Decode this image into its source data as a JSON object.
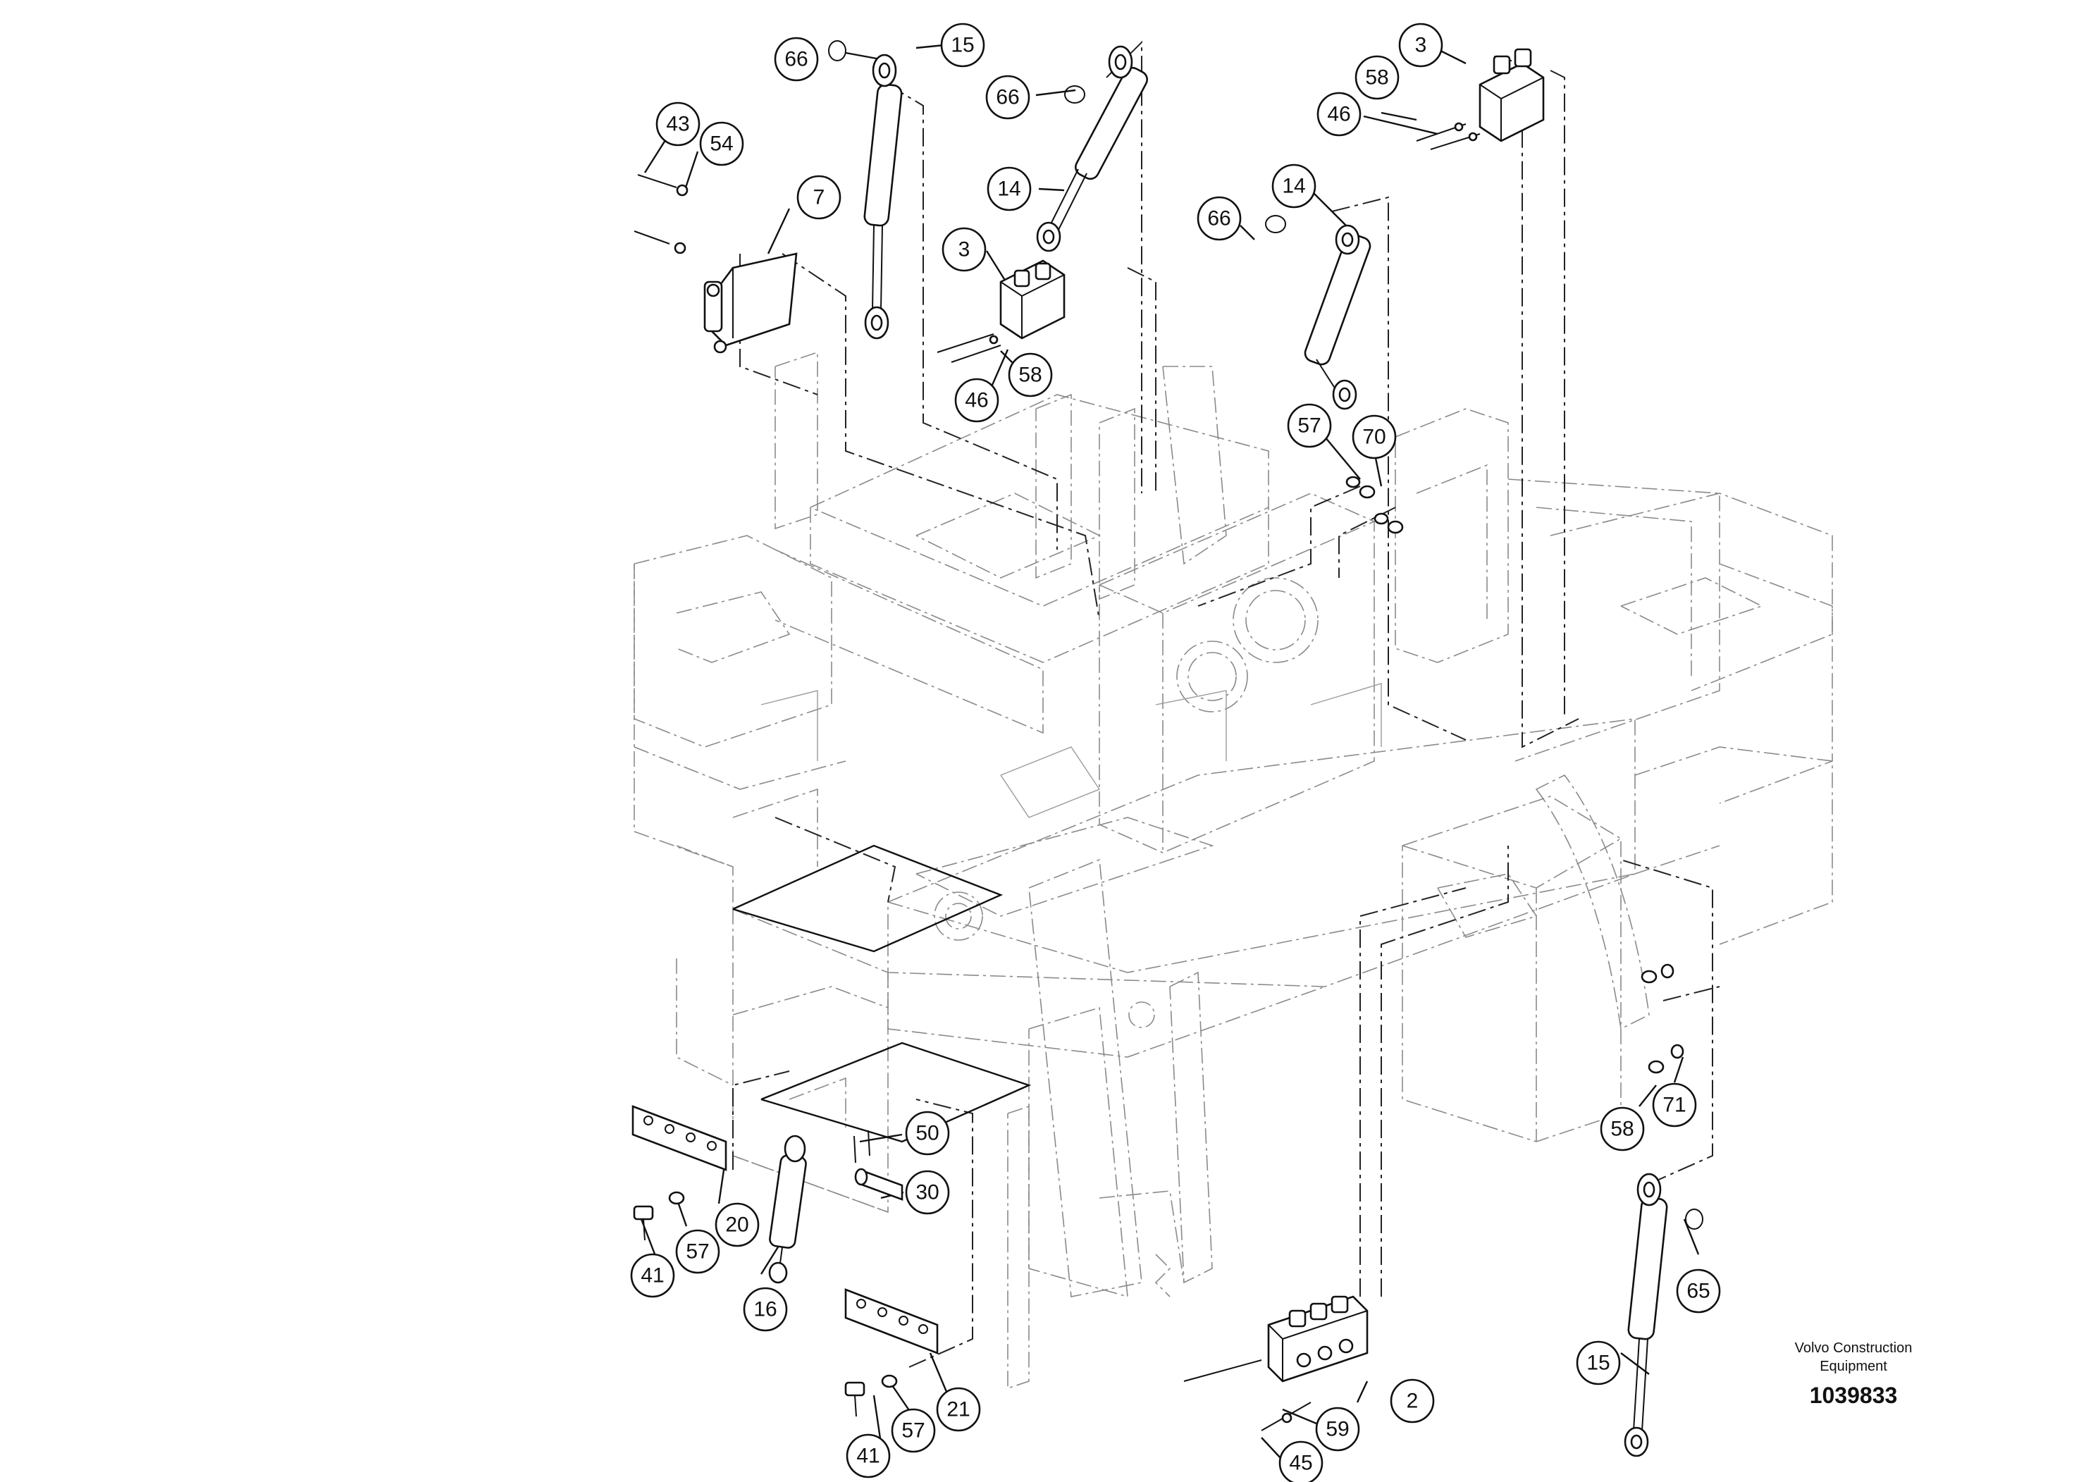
{
  "brand": {
    "line1": "Volvo Construction",
    "line2": "Equipment"
  },
  "document_number": "1039833",
  "callouts": [
    {
      "label": "66"
    },
    {
      "label": "15"
    },
    {
      "label": "66"
    },
    {
      "label": "14"
    },
    {
      "label": "43"
    },
    {
      "label": "54"
    },
    {
      "label": "7"
    },
    {
      "label": "3"
    },
    {
      "label": "58"
    },
    {
      "label": "46"
    },
    {
      "label": "3"
    },
    {
      "label": "58"
    },
    {
      "label": "46"
    },
    {
      "label": "14"
    },
    {
      "label": "66"
    },
    {
      "label": "57"
    },
    {
      "label": "70"
    },
    {
      "label": "50"
    },
    {
      "label": "30"
    },
    {
      "label": "20"
    },
    {
      "label": "57"
    },
    {
      "label": "41"
    },
    {
      "label": "16"
    },
    {
      "label": "58"
    },
    {
      "label": "71"
    },
    {
      "label": "65"
    },
    {
      "label": "15"
    },
    {
      "label": "2"
    },
    {
      "label": "59"
    },
    {
      "label": "45"
    },
    {
      "label": "21"
    },
    {
      "label": "57"
    },
    {
      "label": "41"
    }
  ]
}
